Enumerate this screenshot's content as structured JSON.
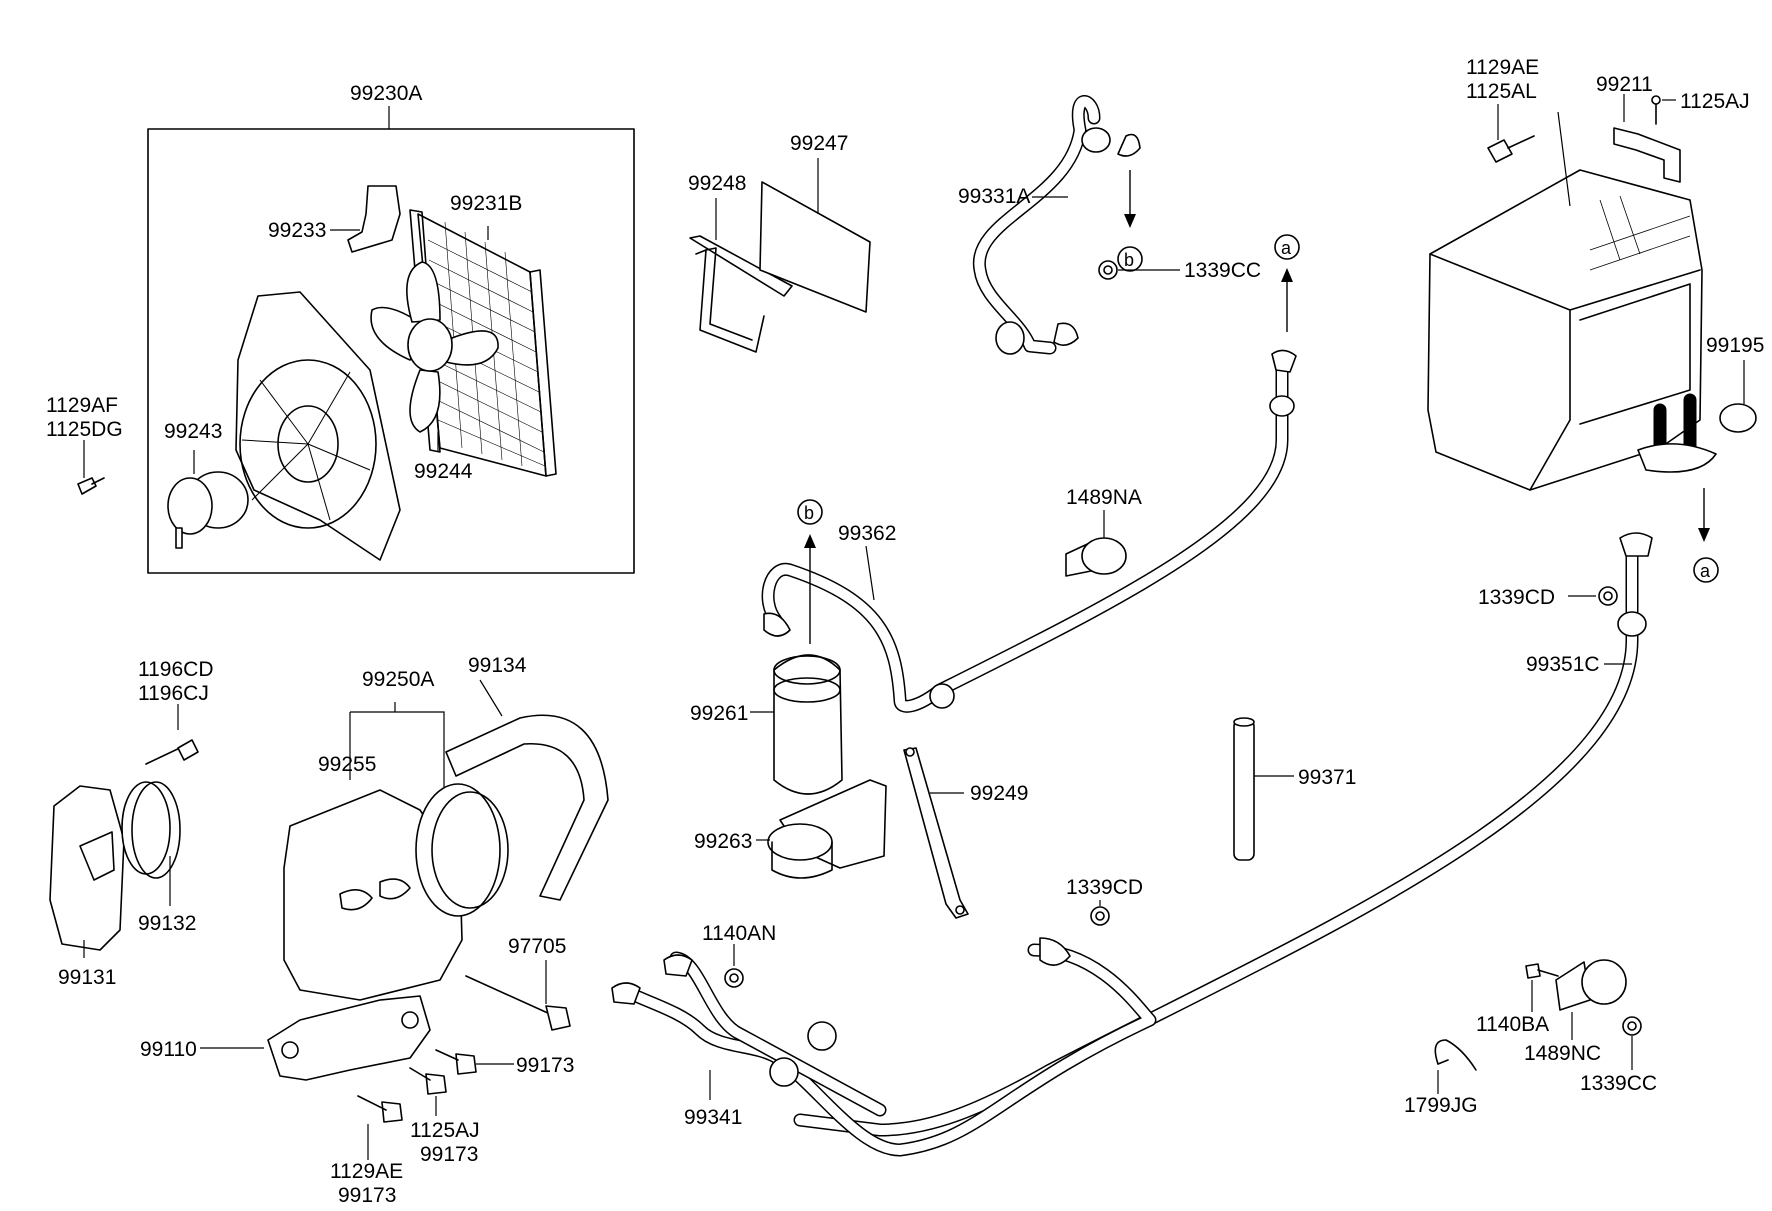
{
  "labels": {
    "p99230A": "99230A",
    "p99233": "99233",
    "p99231B": "99231B",
    "p99243": "99243",
    "p99244": "99244",
    "p1129AF": "1129AF",
    "p1125DG": "1125DG",
    "p99248": "99248",
    "p99247": "99247",
    "p99331A": "99331A",
    "p1339CC_top": "1339CC",
    "p1129AE_top": "1129AE",
    "p1125AL": "1125AL",
    "p99211": "99211",
    "p1125AJ_top": "1125AJ",
    "p99195": "99195",
    "p1489NA": "1489NA",
    "p99362": "99362",
    "p99261": "99261",
    "p99263": "99263",
    "p99249": "99249",
    "p1339CD_right": "1339CD",
    "p99351C": "99351C",
    "p99371": "99371",
    "p1196CD": "1196CD",
    "p1196CJ": "1196CJ",
    "p99250A": "99250A",
    "p99134": "99134",
    "p99255": "99255",
    "p99132": "99132",
    "p99131": "99131",
    "p97705": "97705",
    "p99110": "99110",
    "p99173_a": "99173",
    "p1125AJ_bottom": "1125AJ",
    "p99173_b": "99173",
    "p1129AE_bottom": "1129AE",
    "p99173_c": "99173",
    "p1140AN": "1140AN",
    "p99341": "99341",
    "p1339CD_mid": "1339CD",
    "p1140BA": "1140BA",
    "p1489NC": "1489NC",
    "p1339CC_bottom": "1339CC",
    "p1799JG": "1799JG"
  },
  "markers": {
    "a_top": "a",
    "a_right": "a",
    "b_top": "b",
    "b_mid": "b"
  }
}
